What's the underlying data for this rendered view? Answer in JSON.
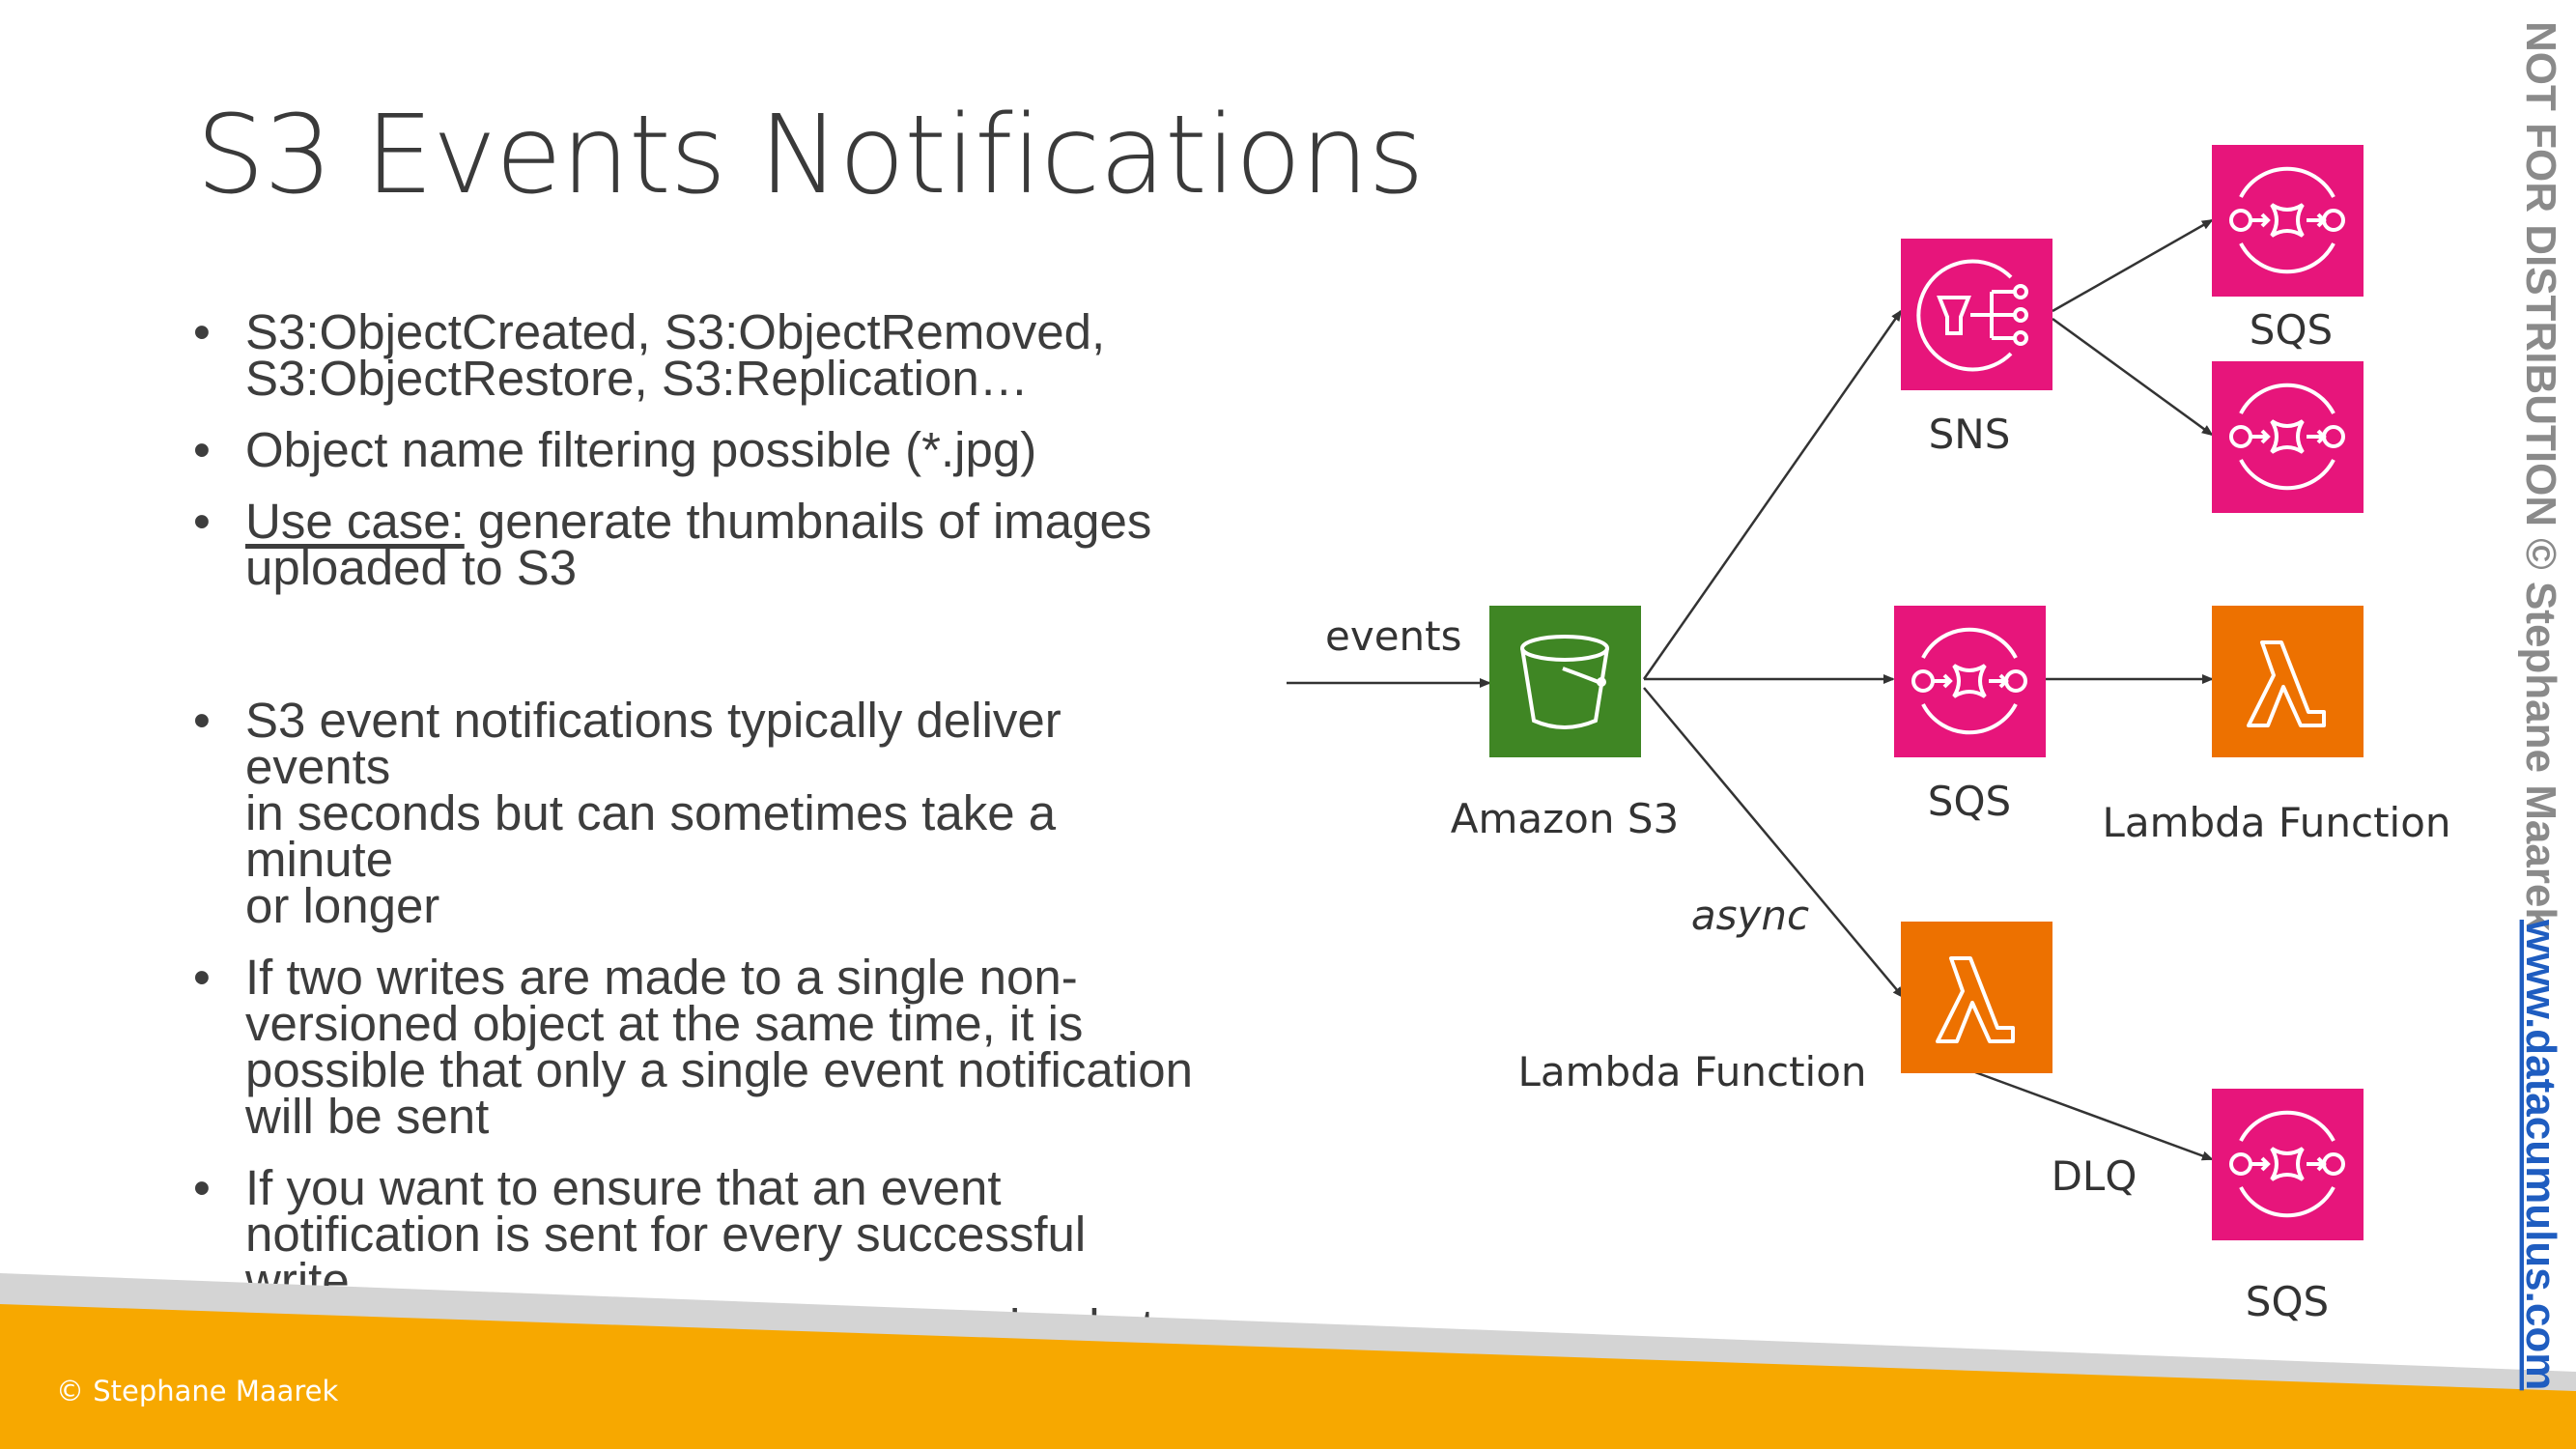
{
  "slide": {
    "title": "S3 Events Notifications",
    "bullets_group1": [
      {
        "line1": "S3:ObjectCreated, S3:ObjectRemoved,",
        "line2": "S3:ObjectRestore, S3:Replication…"
      },
      {
        "line1": "Object name filtering possible (*.jpg)"
      },
      {
        "underlined": "Use case:",
        "rest": " generate thumbnails of images",
        "line2": "uploaded to S3"
      }
    ],
    "bullets_group2": [
      {
        "line1": "S3 event notifications typically deliver events",
        "line2": "in seconds but can sometimes take a minute",
        "line3": "or longer"
      },
      {
        "line1": "If two writes are made to a single non-",
        "line2": "versioned object at the same time, it is",
        "line3": "possible that only a single event notification",
        "line4": "will be sent"
      },
      {
        "line1": "If you want to ensure that an event",
        "line2": "notification is sent for every successful write,",
        "line3": "you can enable versioning on your bucket."
      }
    ],
    "bullet_char": "•"
  },
  "diagram": {
    "events_label": "events",
    "s3_label": "Amazon S3",
    "sns_label": "SNS",
    "sqs_top_label": "SQS",
    "sqs_mid_label": "SQS",
    "lambda_mid_label": "Lambda Function",
    "async_label": "async",
    "lambda_bottom_label": "Lambda Function",
    "dlq_label": "DLQ",
    "sqs_bottom_label": "SQS",
    "icons": {
      "s3": "s3-bucket-icon",
      "sns": "sns-topic-icon",
      "sqs": "sqs-queue-icon",
      "lambda": "lambda-icon"
    }
  },
  "sidebar": {
    "notice": "NOT FOR DISTRIBUTION © Stephane Maarek",
    "link": "www.datacumulus.com"
  },
  "footer": {
    "copyright": "© Stephane Maarek"
  },
  "colors": {
    "s3_green": "#3F8624",
    "sqs_pink": "#E7157B",
    "lambda_orange": "#ED7100",
    "footer_orange": "#F7A800",
    "footer_gray": "#D4D4D4",
    "link_blue": "#1F5DC0"
  }
}
